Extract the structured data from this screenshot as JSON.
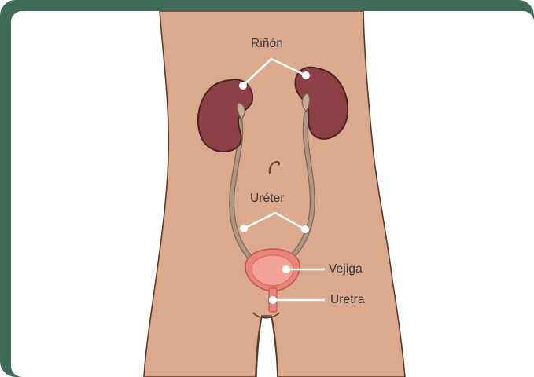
{
  "labels": {
    "kidney": "Riñón",
    "ureter": "Uréter",
    "bladder": "Vejiga",
    "urethra": "Uretra"
  },
  "colors": {
    "frame": "#3e6b57",
    "skin": "#dba98d",
    "skin_outline": "#5b3a2c",
    "kidney": "#8c3f45",
    "kidney_outline": "#4c2527",
    "ureter": "#b09684",
    "bladder": "#e9857a",
    "bladder_inner": "#f3a297",
    "leader_line": "#ffffff"
  }
}
